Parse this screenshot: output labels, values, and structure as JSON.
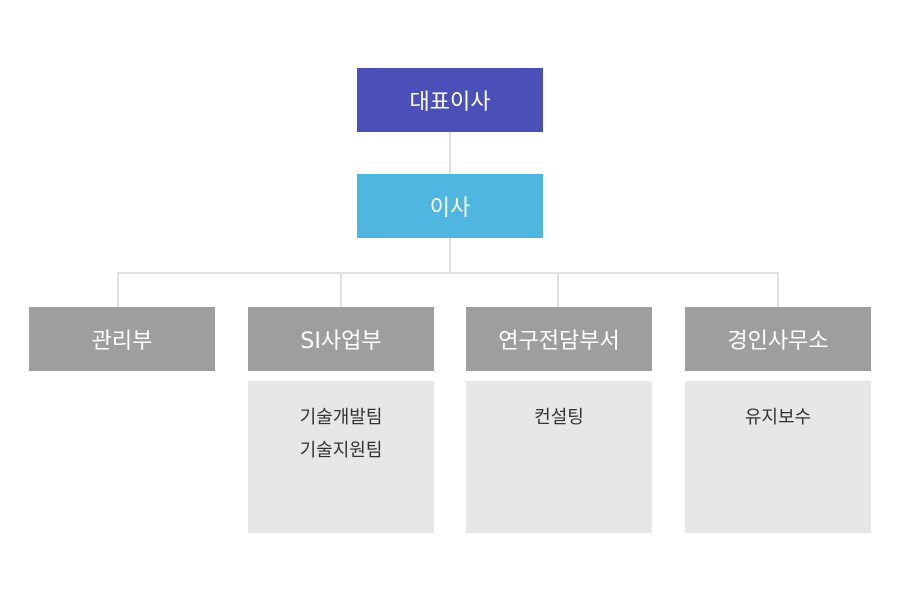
{
  "org": {
    "ceo": "대표이사",
    "director": "이사",
    "departments": [
      {
        "name": "관리부",
        "teams": []
      },
      {
        "name": "SI사업부",
        "teams": [
          "기술개발팀",
          "기술지원팀"
        ]
      },
      {
        "name": "연구전담부서",
        "teams": [
          "컨설팅"
        ]
      },
      {
        "name": "경인사무소",
        "teams": [
          "유지보수"
        ]
      }
    ]
  },
  "colors": {
    "ceo": "#4b50b8",
    "director": "#4fb6e0",
    "department": "#9e9e9e",
    "team_panel": "#e7e7e7",
    "connector": "#e1e1e1"
  }
}
